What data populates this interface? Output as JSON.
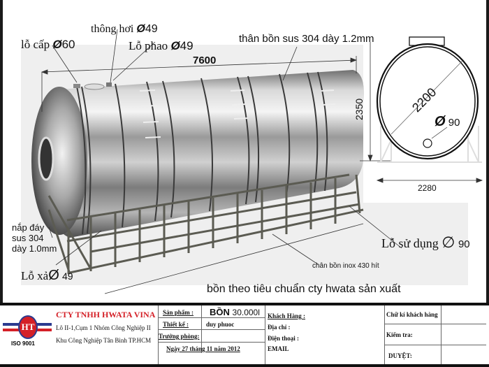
{
  "drawing": {
    "labels": {
      "inlet": {
        "text": "lỗ cấp",
        "dia_symbol": "Ø",
        "value": "60"
      },
      "vent": {
        "text": "thông hơi",
        "dia_symbol": "Ø",
        "value": "49"
      },
      "float": {
        "text": "Lỗ phao",
        "dia_symbol": "Ø",
        "value": "49"
      },
      "body": "thân bồn sus 304 dày 1.2mm",
      "length": "7600",
      "height": "2350",
      "diameter": "2200",
      "manhole": {
        "dia_symbol": "Ø",
        "value": "90"
      },
      "width": "2280",
      "end_cap_line1": "nắp đáy",
      "end_cap_line2": "sus 304",
      "end_cap_line3": "dày 1.0mm",
      "drain": {
        "text": "Lỗ xả",
        "dia_symbol": "Ø",
        "value": "49"
      },
      "outlet": {
        "text": "Lỗ sử dụng",
        "dia_symbol": "∅",
        "value": "90"
      },
      "stand": "chân bồn inox 430 hít",
      "caption": "bồn theo tiêu chuẩn cty hwata sản xuất"
    }
  },
  "title_block": {
    "logo": {
      "initials": "HT",
      "cert": "ISO 9001",
      "colors": {
        "red": "#d42027",
        "blue": "#2b3a8f"
      }
    },
    "company": {
      "name": "CTY TNHH HWATA VINA",
      "address1": "Lô II-1,Cụm 1 Nhóm Công Nghiệp II",
      "address2": "Khu Công Nghiệp Tân Bình TP.HCM",
      "color": "#d42027"
    },
    "product_label": "Sản phẩm :",
    "product_value_main": "BỒN",
    "product_value_size": "30.000l",
    "designer_label": "Thiết kế :",
    "designer_value": "duy phuoc",
    "manager_label": "Trưởng phòng:",
    "manager_value": "",
    "date": "Ngày 27 tháng 11 năm 2012",
    "customer_label": "Khách Hàng :",
    "address_label": "Địa chỉ :",
    "phone_label": "Điện thoại :",
    "email_label": "EMAIL",
    "customer_sign_label": "Chữ kí khách hàng",
    "check_label": "Kiểm tra:",
    "approve_label": "DUYỆT:"
  }
}
